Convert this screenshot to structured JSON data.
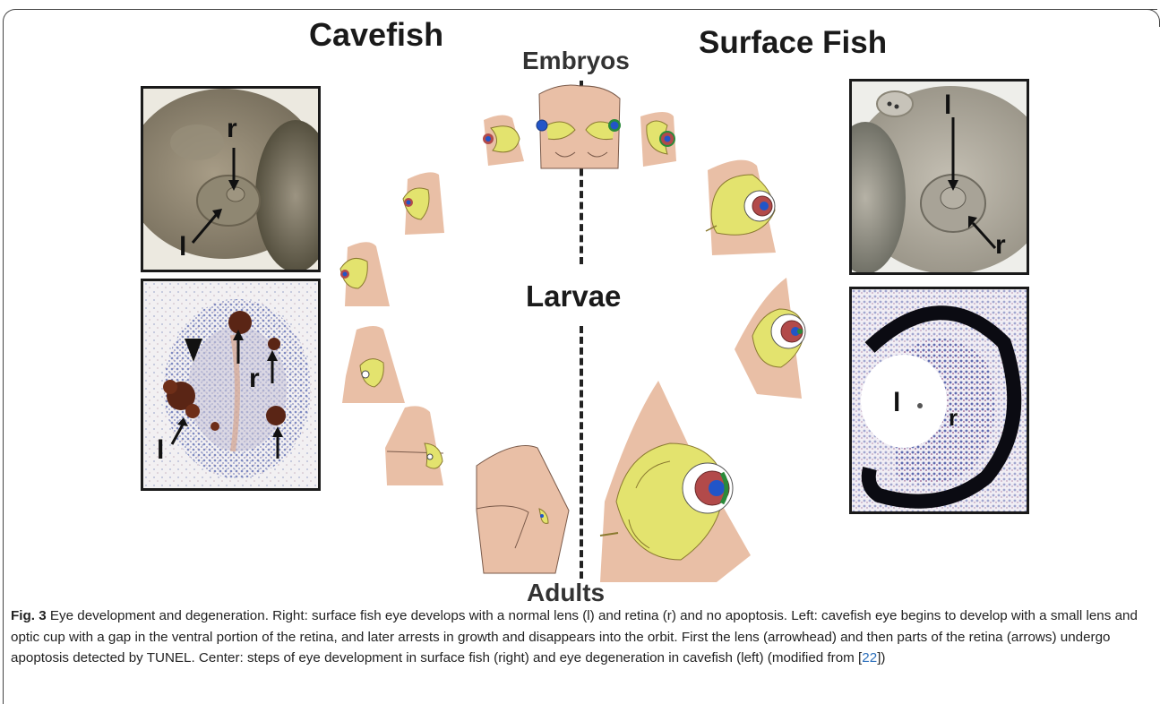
{
  "figure": {
    "headings": {
      "cavefish": "Cavefish",
      "surface_fish": "Surface Fish",
      "embryos": "Embryos",
      "larvae": "Larvae",
      "adults": "Adults"
    },
    "panels": {
      "cave_embryo": {
        "labels": [
          "r",
          "l"
        ]
      },
      "cave_section": {
        "labels": [
          "r",
          "l"
        ]
      },
      "surface_embryo": {
        "labels": [
          "l",
          "r"
        ]
      },
      "surface_section": {
        "labels": [
          "l",
          "r"
        ]
      }
    },
    "colors": {
      "skin": "#e9bfa6",
      "retina": "#e3e36e",
      "lens_red": "#b24a4a",
      "lens_blue": "#2255c8",
      "cornea_green": "#2a8a3a"
    },
    "caption": {
      "label": "Fig. 3",
      "text_before_ref": " Eye development and degeneration. Right: surface fish eye develops with a normal lens (l) and retina (r) and no apoptosis. Left: cavefish eye begins to develop with a small lens and optic cup with a gap in the ventral portion of the retina, and later arrests in growth and disappears into the orbit. First the lens (arrowhead) and then parts of the retina (arrows) undergo apoptosis detected by TUNEL. Center: steps of eye development in surface fish (right) and eye degeneration in cavefish (left) (modified from [",
      "ref": "22",
      "text_after_ref": "])"
    }
  }
}
